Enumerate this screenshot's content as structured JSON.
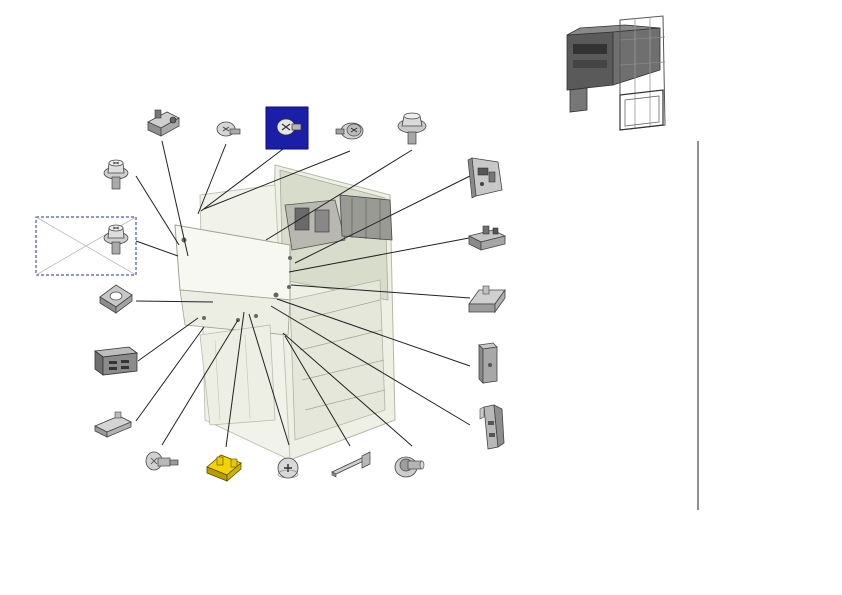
{
  "diagram": {
    "title": "",
    "selected_part": "screw-highlighted",
    "colors": {
      "leader": "#222222",
      "highlight_fill": "#1b1fa8",
      "highlight_border": "#0a0a7a",
      "placeholder_border": "#2233aa",
      "panel_fill": "#e9ecdf",
      "panel_edge": "#a8ad9a",
      "metal_light": "#d9d9d9",
      "metal_mid": "#a9a9a9",
      "metal_dark": "#6e6e6e",
      "brass": "#e0c000",
      "divider": "#222222"
    },
    "parts": [
      {
        "name": "screw-bracket-top"
      },
      {
        "name": "screw-small-top"
      },
      {
        "name": "screw-highlighted"
      },
      {
        "name": "screw-washer-top"
      },
      {
        "name": "flange-bolt-top"
      },
      {
        "name": "bolt-left-upper"
      },
      {
        "name": "bolt-left-placeholder"
      },
      {
        "name": "clip-left"
      },
      {
        "name": "connector-block-left"
      },
      {
        "name": "pad-left"
      },
      {
        "name": "shoulder-screw-bottom"
      },
      {
        "name": "brass-bracket-bottom"
      },
      {
        "name": "screw-phillips-bottom"
      },
      {
        "name": "strip-bottom"
      },
      {
        "name": "stud-bottom"
      },
      {
        "name": "pcb-right-top"
      },
      {
        "name": "sensor-right"
      },
      {
        "name": "bracket-right"
      },
      {
        "name": "block-right"
      },
      {
        "name": "plate-right-bottom"
      }
    ]
  }
}
